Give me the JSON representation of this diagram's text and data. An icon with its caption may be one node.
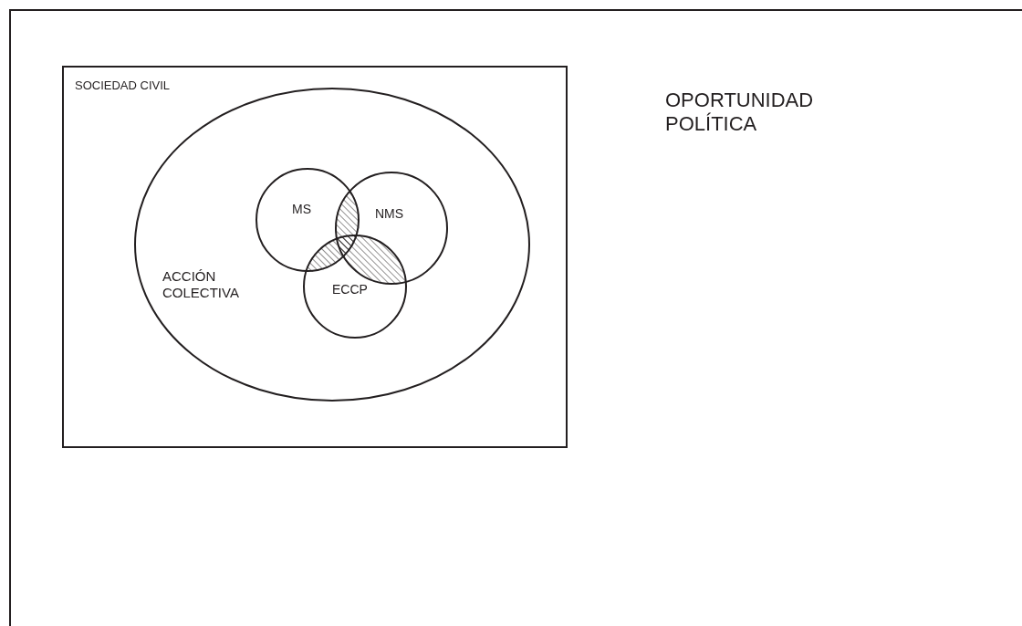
{
  "diagram": {
    "nodes": [
      {
        "text": [
          "OPORTUNIDAD POLÍTICA"
        ]
      },
      {
        "text": [
          "SOCIEDAD CIVIL"
        ],
        "in": 0
      },
      {
        "text": [
          "ACCIÓN COLECTIVA"
        ],
        "in": 1
      },
      {
        "text": [
          "MS"
        ],
        "in": 2
      },
      {
        "text": [
          "NMS"
        ],
        "in": 2
      },
      {
        "text": [
          "ECCP"
        ],
        "in": 2
      }
    ]
  }
}
